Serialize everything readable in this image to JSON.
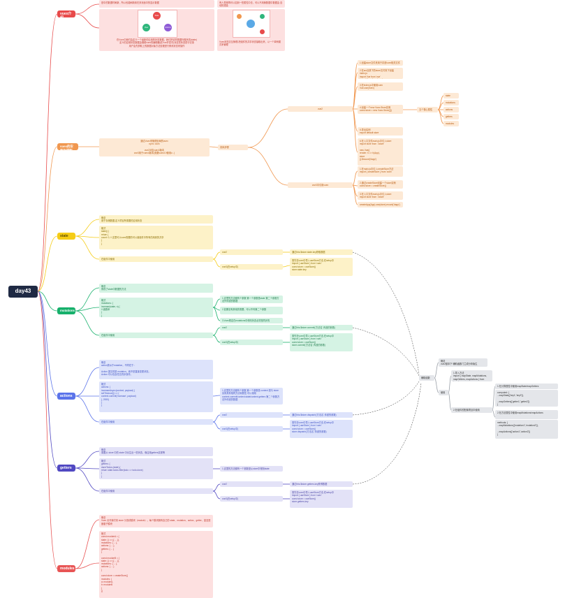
{
  "root": "day43",
  "colors": {
    "vuex": "#e84a4a",
    "install": "#f0974f",
    "state": "#f5cc16",
    "mutations": "#16b06b",
    "actions": "#5a73ea",
    "getters": "#5048c2",
    "modules": "#e85555",
    "summary": "#9aa0a8"
  },
  "vuex": {
    "label": "vuex介绍",
    "text_top": "是中的数据时刷新，所以也能刷新到在多页面中的显示数据",
    "diagram_caption": "在Vuex中我们会定义一个最新的应用的状态数据，我们把这些数据叫做状态(state)\n定义的应用状态数据会借助vuex的编辑器(在Vue开发中)对这些状态进行记录\n用户会先获取上的数据对象方法处理进行修改状态来操作",
    "text_top_right": "有人觉得再可以如到一些属性中去，可以不用管数据中数据会 自动的渲染",
    "diagram2_caption": "Vuex状态交互管理-把组件的共享状态抽取出来，以一个单例模式来管理",
    "bubbles": [
      "State",
      "Actions",
      "View"
    ]
  },
  "install": {
    "label": "vuex的安装及搭配",
    "desc": "通过Vuex来管理全局的vuex\nnpm i vuex\n\nvue2对应vuex3版本\nvue3用于vuex4版本(需要vuex3.0使用v...)",
    "step_label": "具体步骤",
    "vue2_label": "vue2",
    "vue2_steps": [
      "1.创建store文件夹用于存放vuex相关文件",
      "2.在src目录下的store文件夹下创建index.js\nimport Vue from 'vue'\nimport Vuex from 'vuex'",
      "3.在index.js中使用vuex\nVue.use(Vuex)",
      "4.创建一个new Vuex.Store实例\nconst store = new Vuex.Store({})",
      "5.导出实例\nexport default store",
      "6.在入口文件main.js中引入store\nimport store from './store'\n\nnew Vue({\n  render: h => h(App),\n  store\n}).$mount('#app')"
    ],
    "five_props_label": "五个核心属性",
    "five_props": [
      "state",
      "mutations",
      "actions",
      "getters",
      "modules"
    ],
    "vue3_label": "vue3中引用vuex",
    "vue3_steps": [
      "1.在main.js中引入createStore方法\nimport { createStore } from 'vuex'",
      "2.通过createStore创建一个store实例\nconst store = createStore()",
      "3.在入口文件main.js中引入store\nimport store from './store'",
      "createApp(App).use(store).mount('#app')"
    ]
  },
  "state": {
    "label": "state",
    "concept": "概念\n用于存储数据,定义项目所需要的应用状态",
    "format": "格式\nstate() {\n  return {\n    count: 0, // 这里可以vuex需要的可以被组件中所有的用到的共享\n  }\n}",
    "usage_label": "在组件中使用",
    "vue2_label": "vue2",
    "vue2_text": "通过this.$store.state.key获取数据",
    "vue3_label": "vue3(在setup中)",
    "vue3_text": "需先在vuex中导入useStore方法,在setup中\nimport { useStore } from 'vuex'\nconst store = useStore()\nstore.state.key"
  },
  "mutations": {
    "label": "mutations",
    "concept": "概念\n修改了state中数据的方法",
    "format": "格式\nmutations: {\n  increase(state, n) {\n    // 函数体\n  }\n}",
    "params": [
      "1.这里的方法都有个参数 第一个参数是state 第二个参数方法外传递的数据",
      "2.如果没有其他的需要，可以不传第二个参数",
      "3.Vuex规定在mutations中修改状态必须是同步的"
    ],
    "usage_label": "在组件中使用",
    "vue2_label": "vue2",
    "vue2_text": "通过this.$store.commit('方法名',传递的参数)",
    "vue3_label": "vue3(在setup中)",
    "vue3_text": "需先在vuex中导入useStore方法,在setup中\nimport { useStore } from 'vuex'\nconst store = useStore()\nstore.commit('方法名',传递的参数)"
  },
  "actions": {
    "label": "actions",
    "concept": "概念\naction类似于mutation，不同在于：\n\nAction 提交的是 mutation，而不是直接变更状态。\nAction 可以包含任意异步操作。",
    "format": "格式\nactions: {\n  increaseAsync(context, payload) {\n    setTimeout(() => {\n      context.commit('increase', payload)\n    }, 2000)\n  }\n}",
    "params": "1.这里的方法都有个参数 第一个参数是 context 是与 store 实例具有相同方法和属性 可以调用 context.commit/context.state/context.getters 第二个参数方法外传递的数据",
    "usage_label": "在组件中使用",
    "vue2_label": "vue2",
    "vue2_text": "通过this.$store.dispatch('方法名',传递的参数)",
    "vue3_label": "vue3(在setup中)",
    "vue3_text": "需先在vuex中导入useStore方法,在setup中\nimport { useStore } from 'vuex'\nconst store = useStore()\nstore.dispatch('方法名',传递的参数)"
  },
  "getters": {
    "label": "getters",
    "concept": "概念\n需要从 store 中的 state 中派生出一些状态，像应用getters实现等",
    "format": "格式\ngetters: {\n  doneTodos (state) {\n    return state.todos.filter(todo => todo.done)\n  }\n}",
    "params": "1.这里的方法都有一个参数是从store中得到state",
    "usage_label": "在组件中使用",
    "vue2_label": "vue2",
    "vue2_text": "通过this.$store.getters.key获得数据",
    "vue3_label": "vue3(在setup中)",
    "vue3_text": "需先在vuex中导入useStore方法,在setup中\nimport { useStore } from 'vuex'\nconst store = useStore()\nstore.getters.key"
  },
  "modules": {
    "label": "modules",
    "concept": "概念\nVuex 允许我们将 store 分割成模块（module）。每个模块拥有自己的 state、mutation、action、getter、甚至是嵌套子模块",
    "format": "格式\nconst moduleA = {\n  state: () => ({ ... }),\n  mutations: { ... },\n  actions: { ... },\n  getters: { ... }\n}\n\nconst moduleB = {\n  state: () => ({ ... }),\n  mutations: { ... },\n  actions: { ... }\n}\n\nconst store = createStore({\n  modules: {\n    a: moduleA,\n    b: moduleB\n  }\n})"
  },
  "summary": {
    "label": "辅助函数",
    "concept": "概念\nvue2基本下 辅助函数门兰成分析版生",
    "usage_label": "使用",
    "import_text": "1.导入方法\nimport { mapState, mapMutations, mapGetters, mapActions } from 'vuex'",
    "data_label": "2.在组件的配置项目中使用",
    "computed_label": "1.在计算属性中使用mapState/mapGetters",
    "computed_text": "computed: {\n  ...mapState(['key1','key2']),\n\n  ...mapGetters(['getter1','getter2'])\n}",
    "methods_label": "2.在方法属性中使用mapMutations/mapActions",
    "methods_text": "methods: {\n  ...mapMutations(['mutation1','mutation2']),\n\n  ...mapActions(['action1','action2'])\n}"
  }
}
